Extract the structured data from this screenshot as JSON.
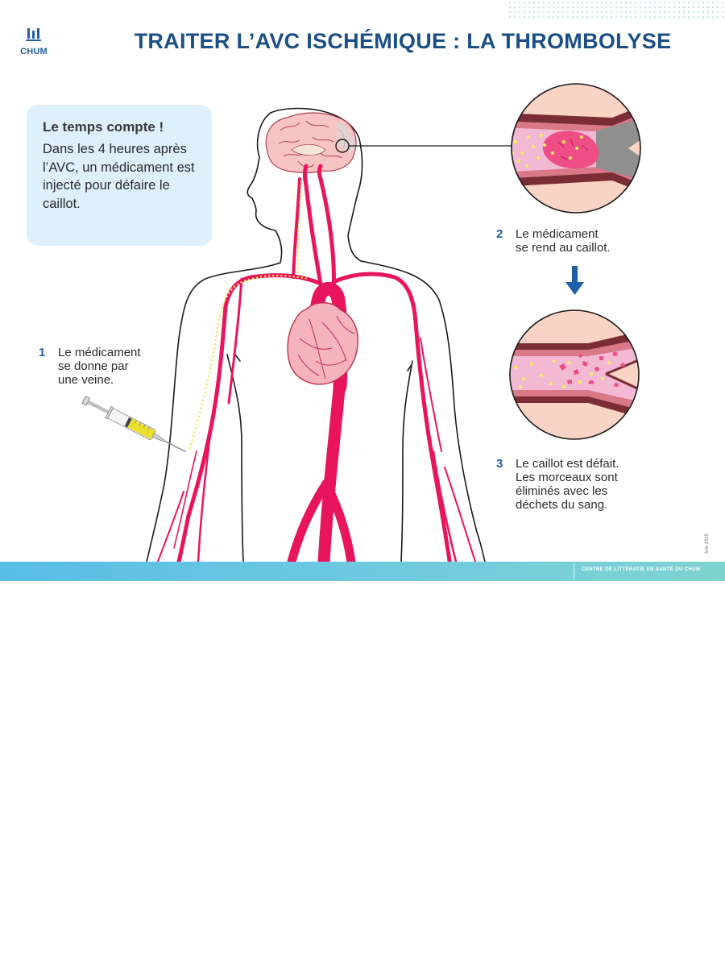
{
  "header": {
    "logo_label": "CHUM",
    "title": "TRAITER L’AVC ISCHÉMIQUE : LA THROMBOLYSE"
  },
  "info_box": {
    "title": "Le temps compte !",
    "text": "Dans les 4 heures après l’AVC, un médicament est injecté pour défaire le caillot."
  },
  "steps": [
    {
      "number": "1",
      "lines": [
        "Le médicament",
        "se donne par",
        "une veine."
      ]
    },
    {
      "number": "2",
      "lines": [
        "Le médicament",
        "se rend au caillot."
      ]
    },
    {
      "number": "3",
      "lines": [
        "Le caillot est défait.",
        "Les morceaux sont",
        "éliminés avec les",
        "déchets du sang."
      ]
    }
  ],
  "footer": {
    "label": "CENTRE DE LITTÉRATIE EN SANTÉ DU CHUM",
    "date": "Juin 2019"
  },
  "colors": {
    "title_blue": "#1c4f86",
    "step_number_blue": "#1f5fa8",
    "artery_red": "#e8155e",
    "drug_yellow": "#f1e64a",
    "info_box_bg": "#ddf0fb"
  },
  "icons": [
    "chum-logo-icon",
    "syringe-icon",
    "brain-icon",
    "heart-icon",
    "down-arrow-icon",
    "clot-vessel-icon",
    "dissolved-clot-vessel-icon"
  ]
}
